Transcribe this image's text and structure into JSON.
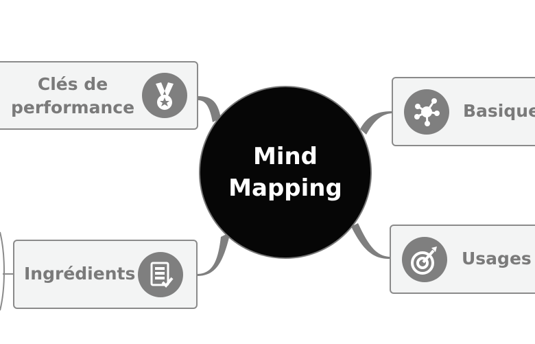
{
  "central_topic": {
    "line1": "Mind",
    "line2": "Mapping"
  },
  "topics": [
    {
      "id": "cles",
      "line1": "Clés de",
      "line2": "performance",
      "icon": "medal-icon"
    },
    {
      "id": "ingredients",
      "label": "Ingrédients",
      "icon": "checklist-icon"
    },
    {
      "id": "basiques",
      "label": "Basiques",
      "icon": "network-hub-icon"
    },
    {
      "id": "usages",
      "label": "Usages",
      "icon": "target-arrow-icon"
    }
  ],
  "colors": {
    "branch": "#7f7f7f",
    "topic_bg": "#f3f4f4",
    "center_bg": "#060606",
    "text": "#7a7a7a"
  }
}
